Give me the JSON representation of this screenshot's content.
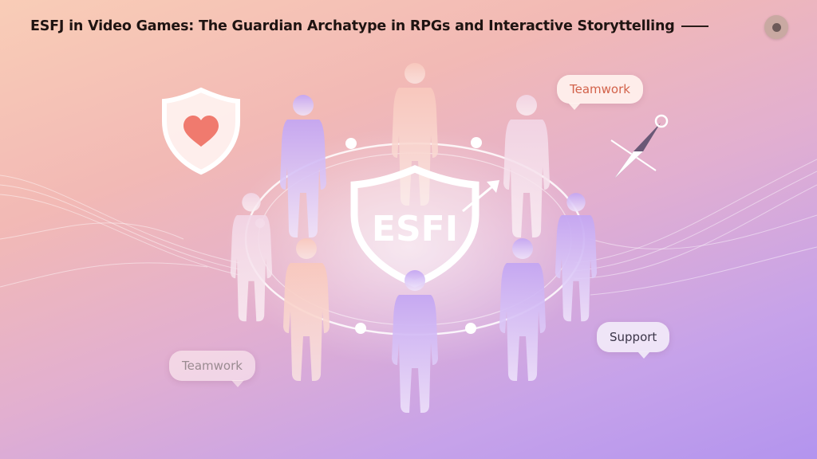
{
  "header": {
    "title": "ESFJ in Video Games: The Guardian Archatype in RPGs and Interactive Storyttelling"
  },
  "emblem": {
    "label": "ESFI"
  },
  "bubbles": {
    "top_right": "Teamwork",
    "right": "Support",
    "bottom_left": "Teamwork"
  },
  "icons": {
    "menu": "menu-dot-icon",
    "heart_shield": "heart-shield-icon",
    "compass": "compass-icon",
    "arrow": "arrow-icon"
  },
  "colors": {
    "title": "#1f1412",
    "bubble_accent": "#d2624a",
    "heart": "#f07a6e",
    "figure_violet": "#b79af0",
    "figure_peach": "#f6c2b6"
  }
}
